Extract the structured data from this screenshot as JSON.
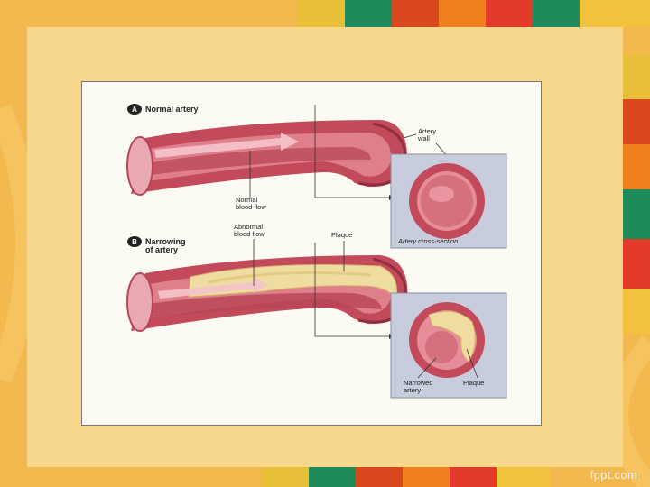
{
  "diagram": {
    "panel_a": {
      "letter": "A",
      "title": "Normal artery",
      "wall_label_line1": "Artery",
      "wall_label_line2": "wall",
      "flow_label_line1": "Normal",
      "flow_label_line2": "blood flow",
      "cross_section_caption": "Artery cross-section"
    },
    "panel_b": {
      "letter": "B",
      "title_line1": "Narrowing",
      "title_line2": "of artery",
      "flow_label_line1": "Abnormal",
      "flow_label_line2": "blood flow",
      "plaque_label": "Plaque",
      "narrowed_label_line1": "Narrowed",
      "narrowed_label_line2": "artery",
      "cross_plaque_label": "Plaque"
    },
    "colors": {
      "artery_outer": "#c24a5a",
      "artery_inner": "#e58d98",
      "lumen": "#c95565",
      "plaque": "#efdca0",
      "inset_bg": "#c8cddd"
    }
  },
  "footer": {
    "watermark": "fppt.com"
  }
}
